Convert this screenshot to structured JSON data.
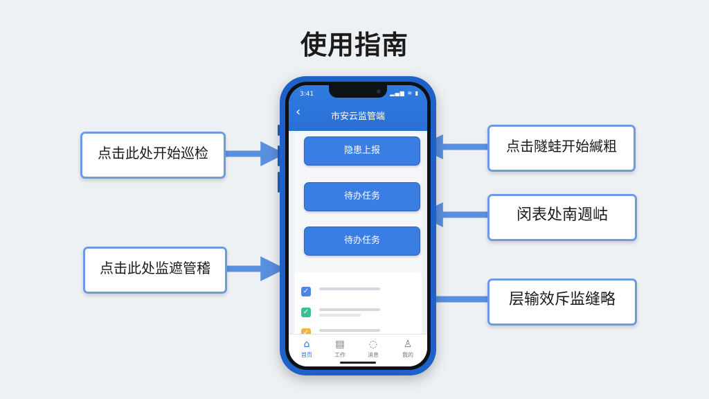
{
  "title": "使用指南",
  "phone": {
    "status_time": "3:41",
    "status_icons": "▂▄▆ ≋ ▮",
    "back_icon": "back-icon",
    "app_title": "市安云监管端",
    "buttons": [
      "隐患上报",
      "待办任务",
      "待办任务"
    ],
    "list_items": [
      {
        "icon": "check-icon",
        "color": "#4d86e6"
      },
      {
        "icon": "check-icon",
        "color": "#3cbf8e"
      },
      {
        "icon": "check-icon",
        "color": "#f2b33d"
      }
    ],
    "tabs": [
      {
        "label": "首页",
        "icon": "home-icon",
        "glyph": "⌂",
        "active": true
      },
      {
        "label": "工作",
        "icon": "briefcase-icon",
        "glyph": "▤",
        "active": false
      },
      {
        "label": "消息",
        "icon": "message-icon",
        "glyph": "◌",
        "active": false
      },
      {
        "label": "我的",
        "icon": "user-icon",
        "glyph": "♙",
        "active": false
      }
    ]
  },
  "callouts": {
    "left_top": "点击此处开始巡检",
    "left_bottom": "点击此处监遮管稽",
    "right_top": "点击隧蛙开始緘粗",
    "right_middle": "闵表处南週岵",
    "right_bottom": "层输效斥监缝略"
  },
  "colors": {
    "accent": "#3b7ee3",
    "arrow": "#5a8fe0",
    "callout_border": "#6c9be3"
  }
}
